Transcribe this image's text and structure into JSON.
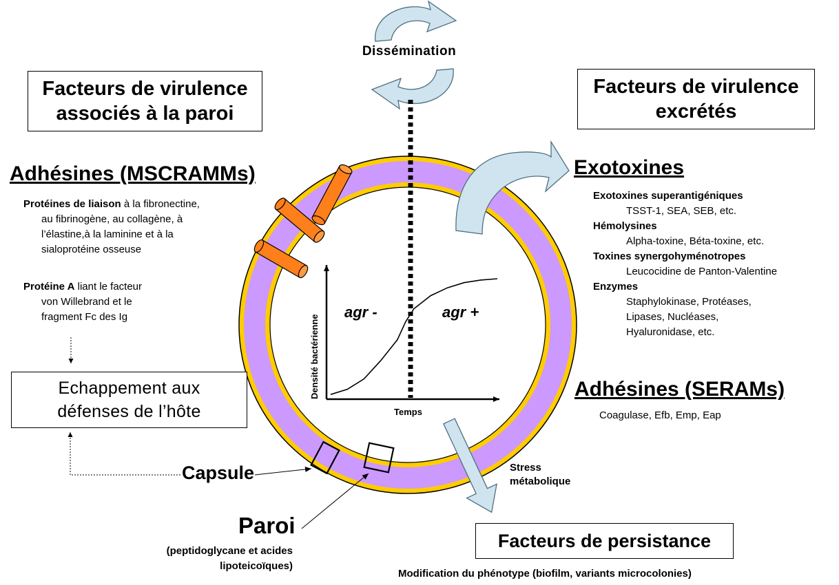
{
  "dissemination": "Dissémination",
  "wall_title": [
    "Facteurs de virulence",
    "associés à la paroi"
  ],
  "excreted_title": [
    "Facteurs de virulence",
    "excrétés"
  ],
  "mscramms": {
    "heading": "Adhésines (MSCRAMMs)",
    "binding_bold": "Protéines de liaison",
    "binding_rest_first": " à la fibronectine,",
    "binding_lines": [
      "au fibrinogène, au collagène, à",
      "l’élastine,à la laminine et à la",
      "sialoprotéine osseuse"
    ],
    "protein_a_bold": "Protéine A",
    "protein_a_rest_first": " liant le facteur",
    "protein_a_lines": [
      "von Willebrand et le",
      "fragment Fc des Ig"
    ]
  },
  "escape_box": [
    "Echappement aux",
    "défenses de l’hôte"
  ],
  "capsule": "Capsule",
  "paroi": {
    "title": "Paroi",
    "subtitle_lines": [
      "(peptidoglycane et acides",
      "lipoteicoïques)"
    ]
  },
  "exotoxines": {
    "heading": "Exotoxines",
    "groups": [
      {
        "title": "Exotoxines superantigéniques",
        "items": [
          "TSST-1, SEA, SEB, etc."
        ]
      },
      {
        "title": "Hémolysines",
        "items": [
          "Alpha-toxine, Béta-toxine, etc."
        ]
      },
      {
        "title": "Toxines synergohyménotropes",
        "items": [
          "Leucocidine de Panton-Valentine"
        ]
      },
      {
        "title": "Enzymes",
        "items": [
          "Staphylokinase, Protéases,",
          "Lipases, Nucléases,",
          "Hyaluronidase, etc."
        ]
      }
    ]
  },
  "serams": {
    "heading": "Adhésines (SERAMs)",
    "items": "Coagulase, Efb, Emp, Eap"
  },
  "stress": [
    "Stress",
    "métabolique"
  ],
  "persistence": {
    "title": "Facteurs de persistance",
    "subtitle": "Modification du phénotype (biofilm, variants microcolonies)"
  },
  "chart_data": {
    "type": "line",
    "title": "",
    "xlabel": "Temps",
    "ylabel": "Densité bactérienne",
    "regions": [
      "agr -",
      "agr +"
    ],
    "series": [
      {
        "x": [
          0,
          0.1,
          0.2,
          0.3,
          0.4,
          0.45,
          0.5,
          0.6,
          0.7,
          0.8,
          0.9,
          1.0
        ],
        "y": [
          0.02,
          0.06,
          0.14,
          0.28,
          0.44,
          0.58,
          0.68,
          0.78,
          0.84,
          0.88,
          0.9,
          0.91
        ]
      }
    ],
    "xlim": [
      0,
      1
    ],
    "ylim": [
      0,
      1
    ],
    "grid": false,
    "colors": {
      "cell_fill": "#cc99ff",
      "cell_rim": "#ffcc00",
      "adhesin": "#ff7f1a",
      "arrow": "#cfe4ee"
    }
  }
}
